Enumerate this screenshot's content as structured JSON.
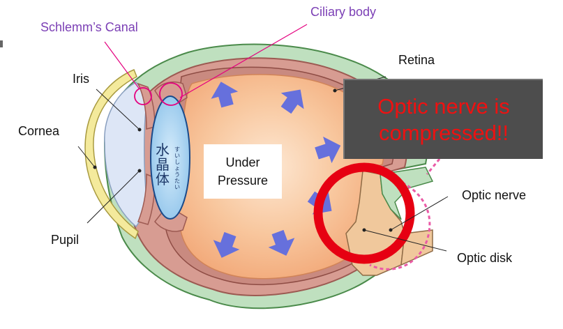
{
  "labels": {
    "schlemm": "Schlemm’s Canal",
    "ciliary": "Ciliary body",
    "retina": "Retina",
    "iris": "Iris",
    "cornea": "Cornea",
    "pupil": "Pupil",
    "optic_nerve": "Optic nerve",
    "optic_disk": "Optic disk"
  },
  "center_text": {
    "line1": "Under",
    "line2": "Pressure"
  },
  "callout": {
    "line1": "Optic nerve is",
    "line2": "compressed!!"
  },
  "lens_text": {
    "kanji": [
      "水",
      "晶",
      "体"
    ],
    "kana": [
      "す",
      "い",
      "し",
      "ょ",
      "う",
      "た",
      "い"
    ]
  },
  "colors": {
    "label_purple": "#7b3fb5",
    "alert_red": "#ee1111",
    "callout_bg": "#4d4d4d",
    "arrow": "#6670dc",
    "sclera": "#bfe0bf",
    "choroid": "#d79c92",
    "vitreous": "#f6b98c",
    "optic_nerve": "#f0c89c",
    "lens": "#aed6f1",
    "aqueous": "#dde6f6",
    "cornea_edge": "#f4ea9c",
    "circle": "#e60012",
    "dashed_highlight": "#ea5aa6"
  }
}
